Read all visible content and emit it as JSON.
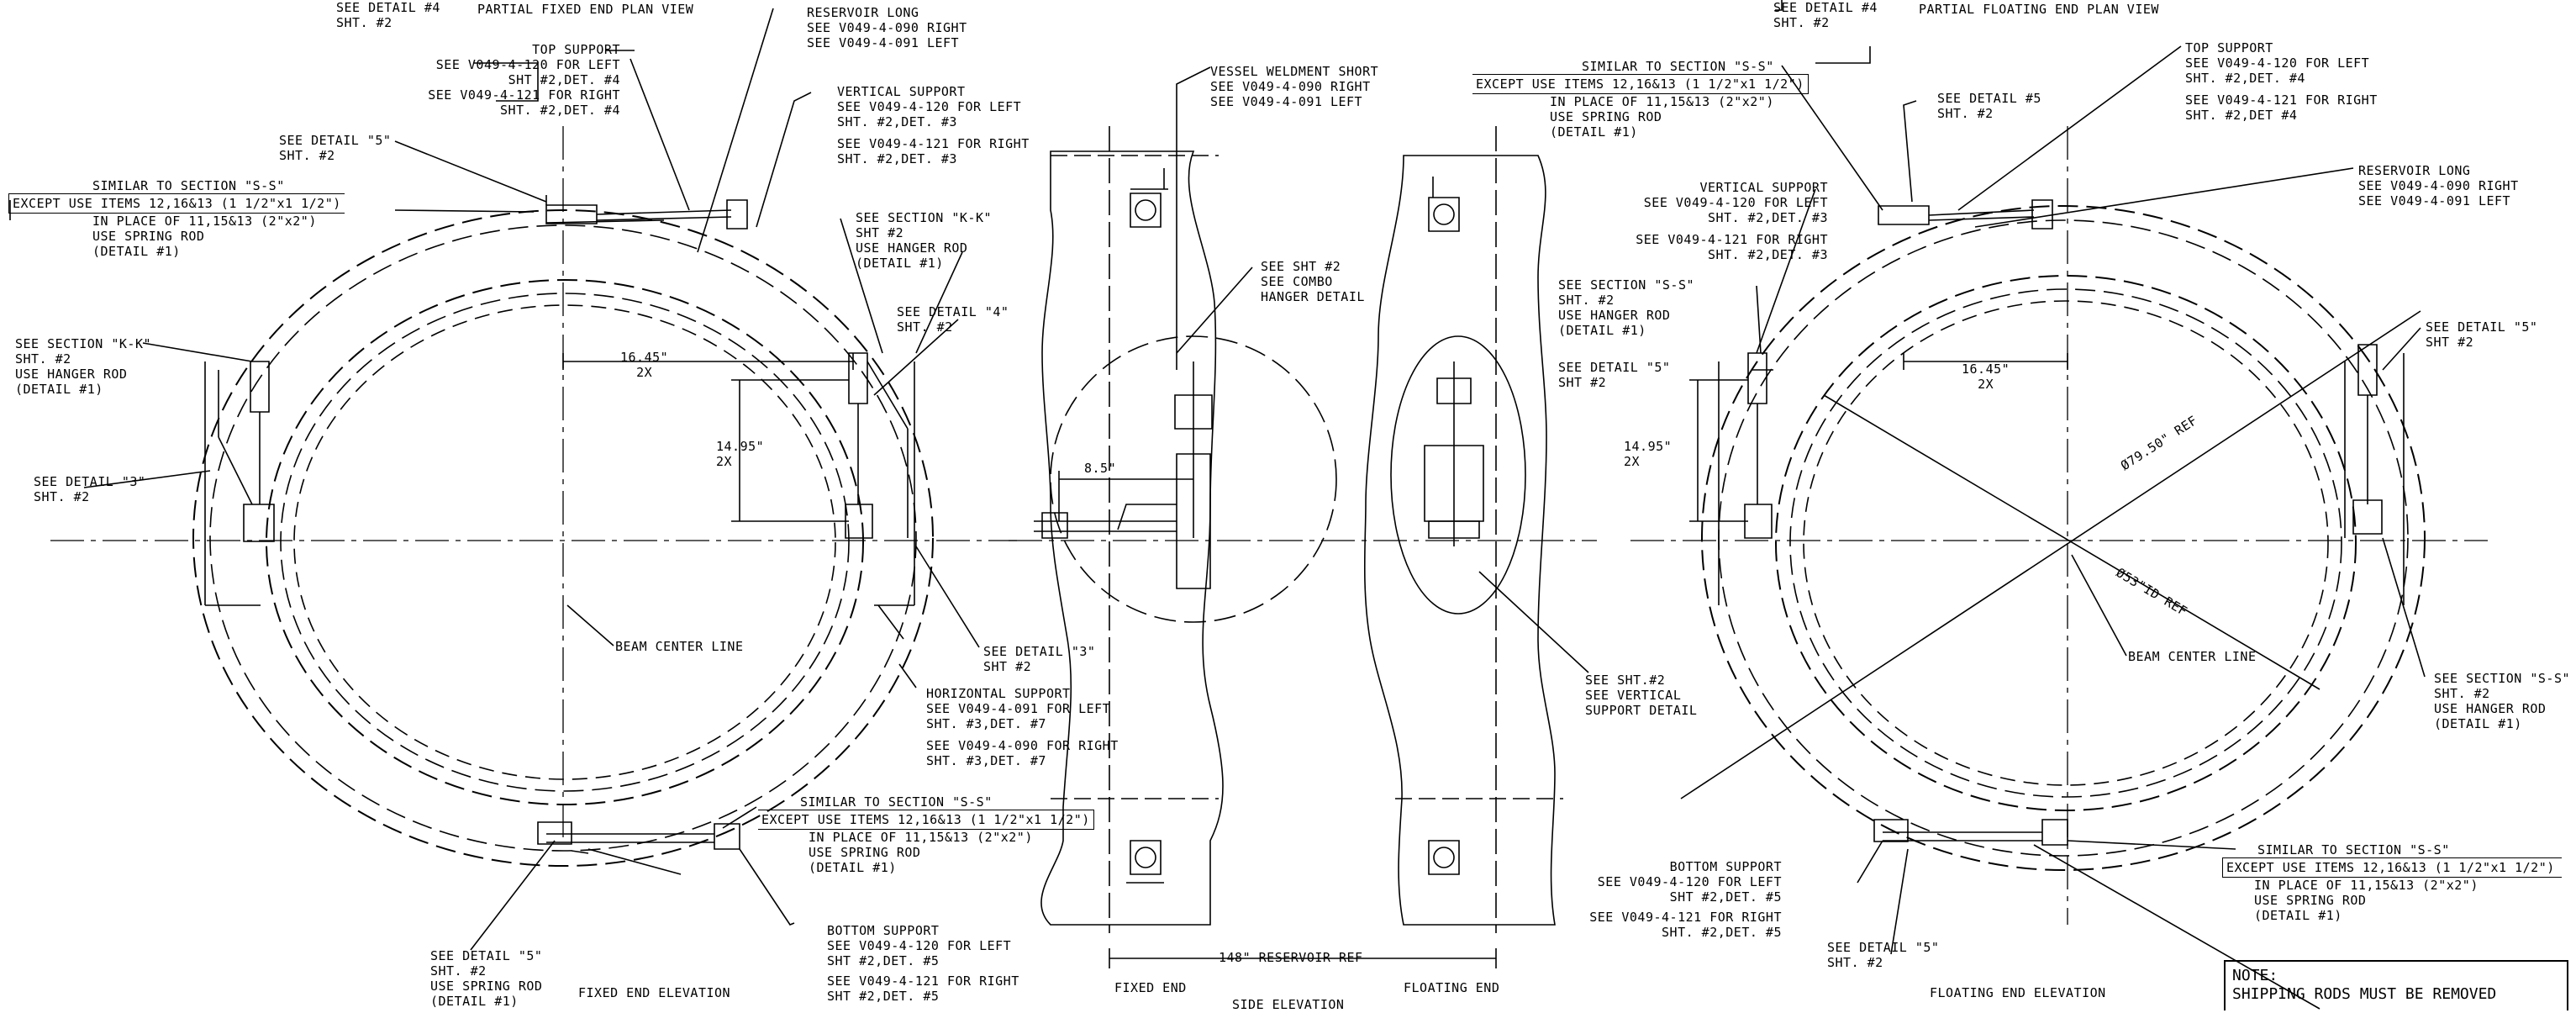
{
  "left_view": {
    "title": "FIXED END ELEVATION",
    "top_clip": {
      "detail": "SEE DETAIL #4",
      "sht": "SHT. #2",
      "title": "PARTIAL FIXED END PLAN VIEW"
    },
    "reservoir_long": [
      "RESERVOIR LONG",
      "SEE V049-4-090 RIGHT",
      "SEE V049-4-091 LEFT"
    ],
    "top_support": [
      "TOP SUPPORT",
      "SEE V049-4-120 FOR LEFT",
      "SHT #2,DET. #4",
      "SEE V049-4-121 FOR RIGHT",
      "SHT. #2,DET. #4"
    ],
    "vertical_support": [
      "VERTICAL SUPPORT",
      "SEE V049-4-120 FOR LEFT",
      "SHT. #2,DET. #3",
      "SEE V049-4-121 FOR RIGHT",
      "SHT. #2,DET. #3"
    ],
    "detail5_top": [
      "SEE DETAIL \"5\"",
      "SHT. #2"
    ],
    "similar_top": [
      "SIMILAR TO SECTION \"S-S\"",
      "EXCEPT USE ITEMS 12,16&13 (1 1/2\"x1 1/2\")",
      "IN PLACE OF 11,15&13 (2\"x2\")",
      "USE SPRING ROD",
      "(DETAIL #1)"
    ],
    "section_kk_right": [
      "SEE SECTION \"K-K\"",
      "SHT #2",
      "USE HANGER ROD",
      "(DETAIL #1)"
    ],
    "section_kk_left": [
      "SEE SECTION \"K-K\"",
      "SHT. #2",
      "USE HANGER ROD",
      "(DETAIL #1)"
    ],
    "detail4": [
      "SEE DETAIL \"4\"",
      "SHT. #2"
    ],
    "dim_1645": [
      "16.45\"",
      "2X"
    ],
    "dim_1495": [
      "14.95\"",
      "2X"
    ],
    "detail3_left": [
      "SEE DETAIL \"3\"",
      "SHT. #2"
    ],
    "beam_center": "BEAM CENTER LINE",
    "detail3_right": [
      "SEE DETAIL \"3\"",
      "SHT #2"
    ],
    "horizontal_support": [
      "HORIZONTAL SUPPORT",
      "SEE V049-4-091 FOR LEFT",
      "SHT. #3,DET. #7",
      "SEE V049-4-090 FOR RIGHT",
      "SHT. #3,DET. #7"
    ],
    "similar_bottom": [
      "SIMILAR TO SECTION \"S-S\"",
      "EXCEPT USE ITEMS 12,16&13 (1 1/2\"x1 1/2\")",
      "IN PLACE OF 11,15&13 (2\"x2\")",
      "USE SPRING ROD",
      "(DETAIL #1)"
    ],
    "bottom_support": [
      "BOTTOM SUPPORT",
      "SEE V049-4-120 FOR LEFT",
      "SHT #2,DET. #5",
      "SEE V049-4-121 FOR RIGHT",
      "SHT #2,DET. #5"
    ],
    "detail5_bottom": [
      "SEE DETAIL \"5\"",
      "SHT. #2",
      "USE SPRING ROD",
      "(DETAIL #1)"
    ]
  },
  "side_view": {
    "title": "SIDE ELEVATION",
    "fixed_end": "FIXED END",
    "floating_end": "FLOATING END",
    "weldment": [
      "VESSEL WELDMENT SHORT",
      "SEE V049-4-090 RIGHT",
      "SEE V049-4-091 LEFT"
    ],
    "combo": [
      "SEE SHT #2",
      "SEE COMBO",
      "HANGER DETAIL"
    ],
    "dim_85": "8.5\"",
    "vertical_detail": [
      "SEE SHT.#2",
      "SEE VERTICAL",
      "SUPPORT DETAIL"
    ],
    "reservoir_ref": "148\" RESERVOIR REF"
  },
  "right_view": {
    "title": "FLOATING END ELEVATION",
    "top_clip": {
      "detail": "SEE DETAIL #4",
      "sht": "SHT. #2",
      "title": "PARTIAL FLOATING END PLAN VIEW"
    },
    "similar_top": [
      "SIMILAR TO SECTION \"S-S\"",
      "EXCEPT USE ITEMS 12,16&13 (1 1/2\"x1 1/2\")",
      "IN PLACE OF 11,15&13 (2\"x2\")",
      "USE SPRING ROD",
      "(DETAIL #1)"
    ],
    "top_support": [
      "TOP SUPPORT",
      "SEE V049-4-120 FOR LEFT",
      "SHT. #2,DET. #4",
      "SEE V049-4-121 FOR RIGHT",
      "SHT. #2,DET #4"
    ],
    "detail5_top": [
      "SEE DETAIL #5",
      "SHT. #2"
    ],
    "reservoir_long": [
      "RESERVOIR LONG",
      "SEE V049-4-090 RIGHT",
      "SEE V049-4-091 LEFT"
    ],
    "vertical_support": [
      "VERTICAL SUPPORT",
      "SEE V049-4-120 FOR LEFT",
      "SHT. #2,DET. #3",
      "SEE V049-4-121 FOR RIGHT",
      "SHT. #2,DET. #3"
    ],
    "section_ss_left": [
      "SEE SECTION \"S-S\"",
      "SHT. #2",
      "USE HANGER ROD",
      "(DETAIL #1)"
    ],
    "detail5_mid": [
      "SEE DETAIL \"5\"",
      "SHT #2"
    ],
    "detail5_right": [
      "SEE DETAIL \"5\"",
      "SHT #2"
    ],
    "dim_1645": [
      "16.45\"",
      "2X"
    ],
    "dim_1495": [
      "14.95\"",
      "2X"
    ],
    "dim_7950": "Ø79.50\" REF",
    "dim_53id": "Ø53\"ID REF",
    "beam_center": "BEAM CENTER LINE",
    "section_ss_right": [
      "SEE SECTION \"S-S\"",
      "SHT. #2",
      "USE HANGER ROD",
      "(DETAIL #1)"
    ],
    "similar_bottom": [
      "SIMILAR TO SECTION \"S-S\"",
      "EXCEPT USE ITEMS 12,16&13 (1 1/2\"x1 1/2\")",
      "IN PLACE OF 11,15&13 (2\"x2\")",
      "USE SPRING ROD",
      "(DETAIL #1)"
    ],
    "bottom_support": [
      "BOTTOM SUPPORT",
      "SEE V049-4-120 FOR LEFT",
      "SHT #2,DET. #5",
      "SEE V049-4-121 FOR RIGHT",
      "SHT. #2,DET. #5"
    ],
    "detail5_bottom": [
      "SEE DETAIL \"5\"",
      "SHT. #2"
    ],
    "note": [
      "NOTE:",
      "SHIPPING RODS MUST BE REMOVED"
    ]
  }
}
